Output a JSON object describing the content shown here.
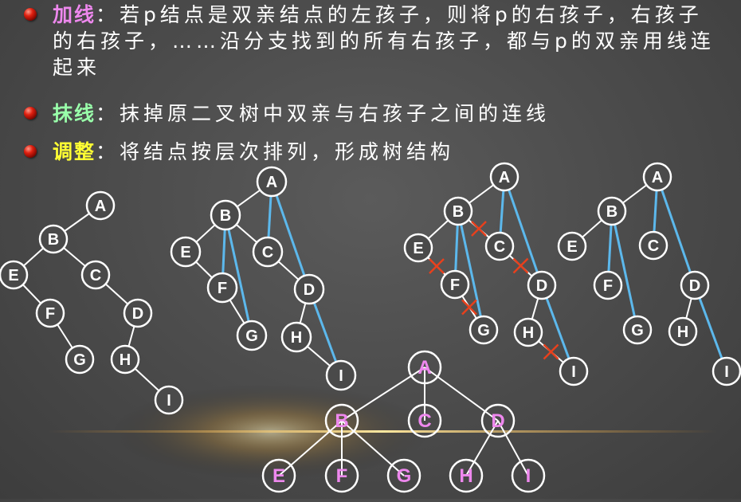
{
  "bullets": [
    {
      "keyword": "加线",
      "keyword_color": "#ee88ee",
      "lines": [
        "：若p结点是双亲结点的左孩子，则将p的右孩子，右孩子",
        "的右孩子，……沿分支找到的所有右孩子，都与p的双亲用线连",
        "起来"
      ]
    },
    {
      "keyword": "抹线",
      "keyword_color": "#99ffaa",
      "lines": [
        "：抹掉原二叉树中双亲与右孩子之间的连线"
      ]
    },
    {
      "keyword": "调整",
      "keyword_color": "#ffff33",
      "lines": [
        "：将结点按层次排列，形成树结构"
      ]
    }
  ],
  "colors": {
    "added_line": "#5cb8ec",
    "removed_mark": "#e8401c",
    "final_label": "#ee88ee"
  },
  "diagram": {
    "binary_tree": {
      "nodes": [
        "A",
        "B",
        "C",
        "D",
        "E",
        "F",
        "G",
        "H",
        "I"
      ],
      "edges": [
        [
          "A",
          "B"
        ],
        [
          "B",
          "E"
        ],
        [
          "B",
          "C"
        ],
        [
          "E",
          "F"
        ],
        [
          "F",
          "G"
        ],
        [
          "C",
          "D"
        ],
        [
          "D",
          "H"
        ],
        [
          "H",
          "I"
        ]
      ]
    },
    "step1_add_lines": {
      "black_edges": [
        [
          "A",
          "B"
        ],
        [
          "B",
          "E"
        ],
        [
          "B",
          "C"
        ],
        [
          "E",
          "F"
        ],
        [
          "F",
          "G"
        ],
        [
          "C",
          "D"
        ],
        [
          "D",
          "H"
        ],
        [
          "H",
          "I"
        ]
      ],
      "added_edges": [
        [
          "B",
          "F"
        ],
        [
          "B",
          "G"
        ],
        [
          "A",
          "C"
        ],
        [
          "A",
          "D"
        ],
        [
          "D",
          "I"
        ]
      ]
    },
    "step2_remove_lines": {
      "crossed_edges": [
        [
          "B",
          "C"
        ],
        [
          "E",
          "F"
        ],
        [
          "F",
          "G"
        ],
        [
          "C",
          "D"
        ],
        [
          "H",
          "I"
        ]
      ]
    },
    "step3_result": {
      "root": "A",
      "level1": [
        "B",
        "C",
        "D"
      ],
      "children_of_B": [
        "E",
        "F",
        "G"
      ],
      "children_of_D": [
        "H",
        "I"
      ]
    }
  }
}
